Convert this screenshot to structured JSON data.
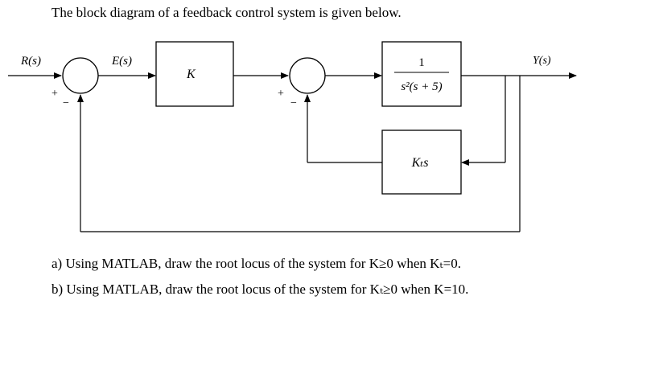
{
  "title": "The block diagram of a feedback control system is given below.",
  "diagram": {
    "input_label": "R(s)",
    "error_label": "E(s)",
    "output_label": "Y(s)",
    "controller_gain": "K",
    "plant_numerator": "1",
    "plant_denominator": "s²(s + 5)",
    "feedback_block": "Kₜs",
    "sign_plus": "+",
    "sign_minus": "−"
  },
  "questions": {
    "a": "a)  Using MATLAB, draw the root locus of the system for K≥0 when Kₜ=0.",
    "b": "b)  Using MATLAB, draw the root locus of the system for Kₜ≥0 when K=10."
  }
}
